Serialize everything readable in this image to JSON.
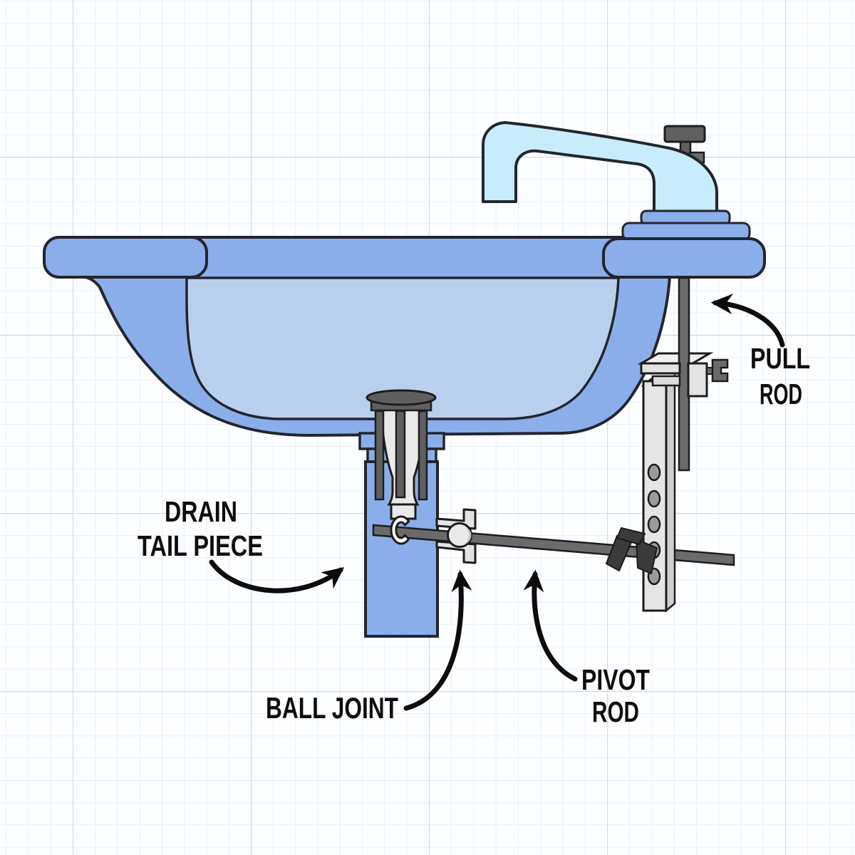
{
  "figure": {
    "type": "technical-diagram",
    "subject": "Bathroom sink pop-up drain linkage, side cutaway view on graph paper"
  },
  "labels": {
    "pull_rod": {
      "line1": "PULL",
      "line2": "ROD"
    },
    "drain_tail_piece": {
      "line1": "DRAIN",
      "line2": "TAIL PIECE"
    },
    "ball_joint": {
      "line1": "BALL JOINT"
    },
    "pivot_rod": {
      "line1": "PIVOT",
      "line2": "ROD"
    }
  },
  "colors": {
    "paper": "#fdfeff",
    "grid_minor": "#e0eaf8",
    "grid_major": "#c8dcf5",
    "sink_body": "#8aaee9",
    "sink_interior": "#b9cfee",
    "faucet": "#c7ecfa",
    "metal_dark_gray": "#6b6b6b",
    "stopper_gray": "#5f5f5f",
    "metal_light_gray": "#e5e5e5",
    "spring_clip": "#3b3b3b",
    "outline": "#23252e",
    "label_text": "#0e0e0e"
  }
}
